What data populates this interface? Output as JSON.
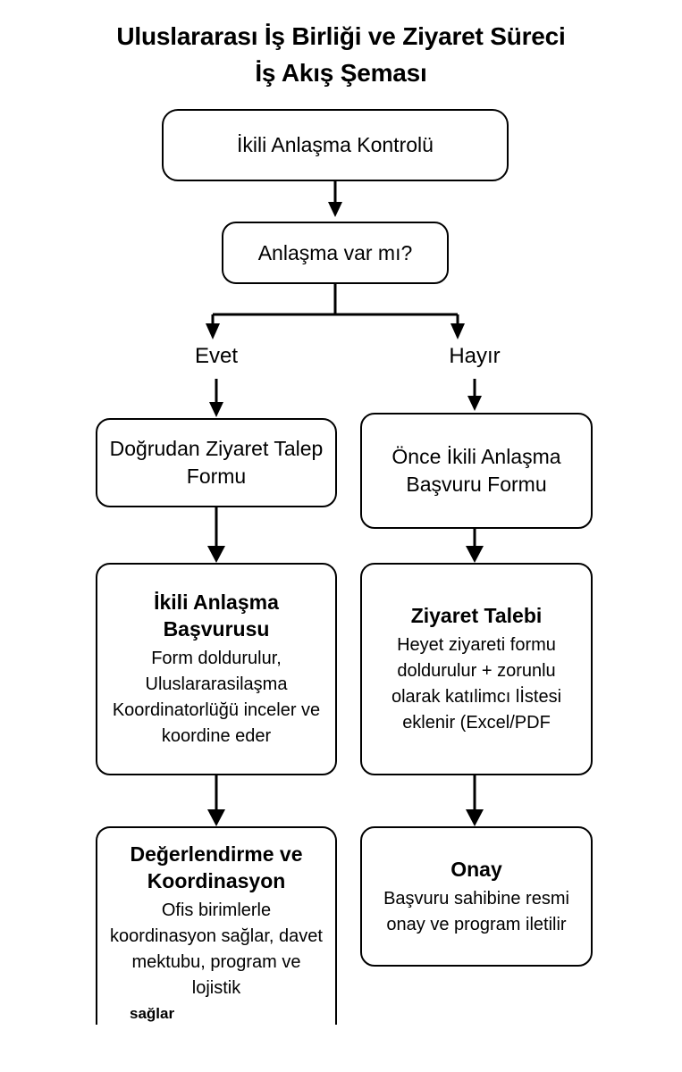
{
  "title": {
    "line1": "Uluslararası İş Birliği ve Ziyaret Süreci",
    "line2": "İş Akış Şeması"
  },
  "diagram": {
    "type": "flowchart",
    "orientation": "top-down",
    "nodes": [
      {
        "id": "start",
        "heading": "İkili Anlaşma Kontrolü",
        "body": "",
        "tail": ""
      },
      {
        "id": "decision",
        "heading": "Anlaşma var mı?",
        "body": "",
        "tail": ""
      },
      {
        "id": "yes-form",
        "heading": "Doğrudan Ziyaret Talep Formu",
        "body": "",
        "tail": ""
      },
      {
        "id": "no-form",
        "heading": "Önce İkili Anlaşma Başvuru Formu",
        "body": "",
        "tail": ""
      },
      {
        "id": "bilateral-application",
        "heading": "İkili Anlaşma Başvurusu",
        "body": "Form doldurulur, Uluslararasilaşma Koordinatorlüğü inceler ve koordine eder",
        "tail": ""
      },
      {
        "id": "visit-request",
        "heading": "Ziyaret Talebi",
        "body": "Heyet ziyareti formu doldurulur + zorunlu olarak katılimcı lİstesi eklenir (Excel/PDF",
        "tail": ""
      },
      {
        "id": "evaluation-coordination",
        "heading": "Değerlendirme ve Koordinasyon",
        "body": "Ofis birimlerle koordinasyon sağlar, davet mektubu, program ve lojistik",
        "tail": "sağlar"
      },
      {
        "id": "approval",
        "heading": "Onay",
        "body": "Başvuru sahibine resmi onay ve program iletilir",
        "tail": ""
      }
    ],
    "branch_labels": {
      "yes": "Evet",
      "no": "Hayır"
    },
    "colors": {
      "stroke": "#000000",
      "fill": "#ffffff",
      "text": "#000000"
    }
  }
}
